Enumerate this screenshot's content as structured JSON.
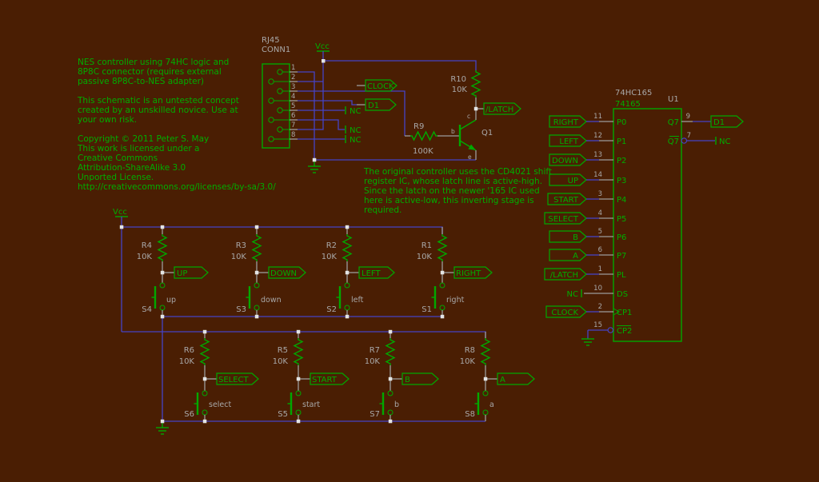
{
  "colors": {
    "background": "#4a1e03",
    "symbol_green": "#00a800",
    "text_green": "#00ad00",
    "text_gray": "#a8a8a8",
    "wire_blue": "#4543c6",
    "lead_gray": "#9c9c9c",
    "junction_white": "#e4e4e4"
  },
  "power": {
    "vcc": "Vcc"
  },
  "notes": {
    "para1": [
      "NES controller using 74HC logic and",
      "8P8C connector (requires external",
      "passive 8P8C-to-NES adapter)"
    ],
    "para2": [
      "This schematic is an untested concept",
      "created by an unskilled novice. Use at",
      "your own risk."
    ],
    "para3": [
      "Copyright © 2011 Peter S. May",
      "This work is licensed under a",
      "Creative Commons",
      "Attribution-ShareAlike 3.0",
      "Unported License.",
      "http://creativecommons.org/licenses/by-sa/3.0/"
    ],
    "inverter_note": [
      "The original controller uses the CD4021 shift",
      "register IC, whose latch line is active-high.",
      "Since the latch on the newer '165 IC used",
      "here is active-low, this inverting stage is",
      "required."
    ]
  },
  "connector": {
    "name": "RJ45",
    "ref": "CONN1",
    "pins": [
      "1",
      "2",
      "3",
      "4",
      "5",
      "6",
      "7",
      "8"
    ]
  },
  "net_labels": {
    "clock": "CLOCK",
    "d1": "D1",
    "latch": "/LATCH",
    "nc": "NC"
  },
  "inverter": {
    "r10_ref": "R10",
    "r10_val": "10K",
    "r9_ref": "R9",
    "r9_val": "100K",
    "q1_ref": "Q1",
    "pin_c": "c",
    "pin_b": "b",
    "pin_e": "e"
  },
  "ic": {
    "lib_name": "74HC165",
    "value": "74165",
    "ref": "U1",
    "left_pins": [
      {
        "num": "11",
        "name": "P0",
        "label": "RIGHT"
      },
      {
        "num": "12",
        "name": "P1",
        "label": "LEFT"
      },
      {
        "num": "13",
        "name": "P2",
        "label": "DOWN"
      },
      {
        "num": "14",
        "name": "P3",
        "label": "UP"
      },
      {
        "num": "3",
        "name": "P4",
        "label": "START"
      },
      {
        "num": "4",
        "name": "P5",
        "label": "SELECT"
      },
      {
        "num": "5",
        "name": "P6",
        "label": "B"
      },
      {
        "num": "6",
        "name": "P7",
        "label": "A"
      },
      {
        "num": "1",
        "name": "PL",
        "label": "/LATCH"
      },
      {
        "num": "10",
        "name": "DS",
        "label": "NC"
      },
      {
        "num": "2",
        "name": "CP1",
        "label": "CLOCK"
      },
      {
        "num": "15",
        "name": "CP2",
        "label": ""
      }
    ],
    "right_pins": [
      {
        "num": "9",
        "name": "Q7",
        "label": "D1"
      },
      {
        "num": "7",
        "name": "Q7",
        "label": "NC"
      }
    ]
  },
  "buttons": {
    "row1": [
      {
        "res_ref": "R4",
        "res_val": "10K",
        "label": "UP",
        "sw_ref": "S4",
        "sw_name": "up"
      },
      {
        "res_ref": "R3",
        "res_val": "10K",
        "label": "DOWN",
        "sw_ref": "S3",
        "sw_name": "down"
      },
      {
        "res_ref": "R2",
        "res_val": "10K",
        "label": "LEFT",
        "sw_ref": "S2",
        "sw_name": "left"
      },
      {
        "res_ref": "R1",
        "res_val": "10K",
        "label": "RIGHT",
        "sw_ref": "S1",
        "sw_name": "right"
      }
    ],
    "row2": [
      {
        "res_ref": "R6",
        "res_val": "10K",
        "label": "SELECT",
        "sw_ref": "S6",
        "sw_name": "select"
      },
      {
        "res_ref": "R5",
        "res_val": "10K",
        "label": "START",
        "sw_ref": "S5",
        "sw_name": "start"
      },
      {
        "res_ref": "R7",
        "res_val": "10K",
        "label": "B",
        "sw_ref": "S7",
        "sw_name": "b"
      },
      {
        "res_ref": "R8",
        "res_val": "10K",
        "label": "A",
        "sw_ref": "S8",
        "sw_name": "a"
      }
    ]
  }
}
